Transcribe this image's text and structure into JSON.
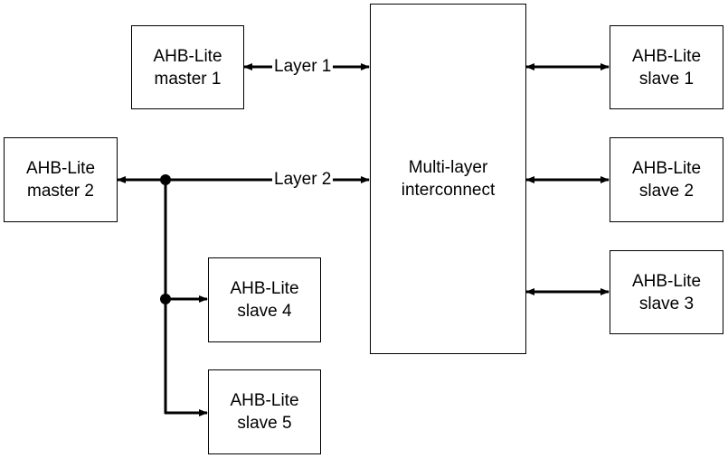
{
  "interconnect": {
    "line1": "Multi-layer",
    "line2": "interconnect"
  },
  "masters": [
    {
      "line1": "AHB-Lite",
      "line2": "master 1"
    },
    {
      "line1": "AHB-Lite",
      "line2": "master 2"
    }
  ],
  "slaves": [
    {
      "line1": "AHB-Lite",
      "line2": "slave 1"
    },
    {
      "line1": "AHB-Lite",
      "line2": "slave 2"
    },
    {
      "line1": "AHB-Lite",
      "line2": "slave 3"
    },
    {
      "line1": "AHB-Lite",
      "line2": "slave 4"
    },
    {
      "line1": "AHB-Lite",
      "line2": "slave 5"
    }
  ],
  "layers": [
    "Layer 1",
    "Layer 2"
  ]
}
